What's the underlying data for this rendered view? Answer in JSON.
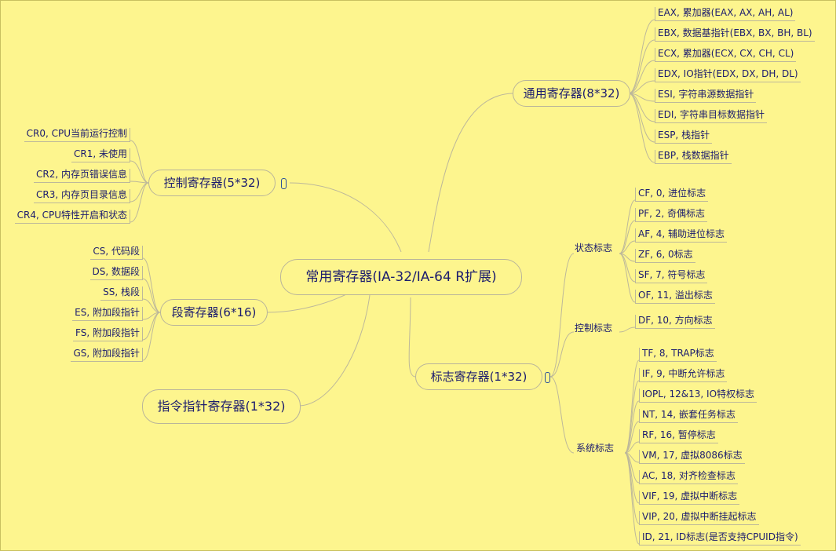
{
  "central": "常用寄存器(IA-32/IA-64 R扩展)",
  "branches": {
    "general": {
      "label": "通用寄存器(8*32)",
      "items": [
        "EAX, 累加器(EAX, AX, AH, AL)",
        "EBX, 数据基指针(EBX, BX, BH, BL)",
        "ECX, 累加器(ECX, CX, CH, CL)",
        "EDX, IO指针(EDX, DX, DH, DL)",
        "ESI, 字符串源数据指针",
        "EDI, 字符串目标数据指针",
        "ESP, 栈指针",
        "EBP, 栈数据指针"
      ]
    },
    "control": {
      "label": "控制寄存器(5*32)",
      "items": [
        "CR0, CPU当前运行控制",
        "CR1, 未使用",
        "CR2, 内存页错误信息",
        "CR3, 内存页目录信息",
        "CR4, CPU特性开启和状态"
      ]
    },
    "segment": {
      "label": "段寄存器(6*16)",
      "items": [
        "CS, 代码段",
        "DS, 数据段",
        "SS, 栈段",
        "ES, 附加段指针",
        "FS,  附加段指针",
        "GS,  附加段指针"
      ]
    },
    "ip": {
      "label": "指令指针寄存器(1*32)"
    },
    "flags": {
      "label": "标志寄存器(1*32)",
      "groups": {
        "status": {
          "label": "状态标志",
          "items": [
            "CF, 0,   进位标志",
            "PF, 2,    奇偶标志",
            "AF, 4,    辅助进位标志",
            "ZF, 6,    0标志",
            "SF, 7,    符号标志",
            "OF, 11,    溢出标志"
          ]
        },
        "ctrl": {
          "label": "控制标志",
          "items": [
            "DF, 10, 方向标志"
          ]
        },
        "system": {
          "label": "系统标志",
          "items": [
            "TF, 8,    TRAP标志",
            "IF, 9,    中断允许标志",
            "IOPL, 12&13, IO特权标志",
            "NT, 14,   嵌套任务标志",
            "RF, 16, 暂停标志",
            "VM, 17,    虚拟8086标志",
            "AC, 18,    对齐检查标志",
            "VIF, 19,    虚拟中断标志",
            "VIP, 20,  虚拟中断挂起标志",
            "ID, 21, ID标志(是否支持CPUID指令)"
          ]
        }
      }
    }
  }
}
